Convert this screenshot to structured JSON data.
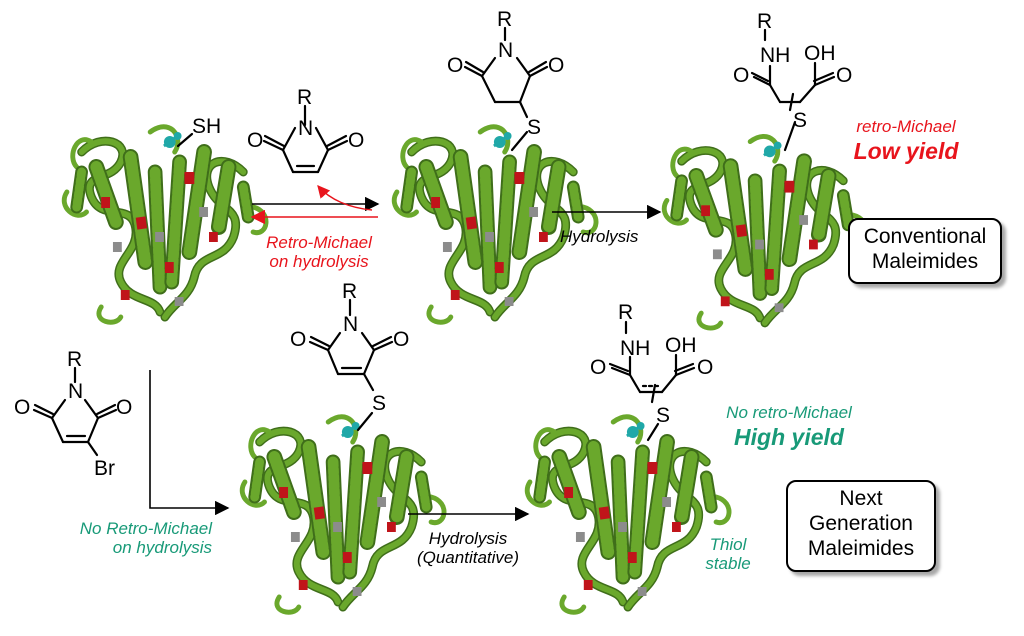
{
  "colors": {
    "black": "#000000",
    "red": "#e8141c",
    "teal": "#189a78",
    "protein": "#6aa82c",
    "protein_dark": "#3f6e1a",
    "helix_red": "#c0141a",
    "helix_grey": "#8c8c8c",
    "cysteine": "#20a8a8"
  },
  "atoms": {
    "n": "N",
    "o": "O",
    "r": "R",
    "s": "S",
    "sh": "SH",
    "br": "Br",
    "nh": "NH",
    "oh": "OH"
  },
  "top_row": {
    "forward_arrow": "",
    "retro_arrow_label": [
      "Retro-Michael",
      "on hydrolysis"
    ],
    "hydrolysis_label": "Hydrolysis",
    "outcome": [
      "retro-Michael",
      "Low yield"
    ],
    "box": [
      "Conventional",
      "Maleimides"
    ]
  },
  "bottom_row": {
    "no_retro_label": [
      "No Retro-Michael",
      "on hydrolysis"
    ],
    "hydrolysis_label": [
      "Hydrolysis",
      "(Quantitative)"
    ],
    "outcome": [
      "No retro-Michael",
      "High yield"
    ],
    "thiol_label": [
      "Thiol",
      "stable"
    ],
    "box": [
      "Next",
      "Generation",
      "Maleimides"
    ]
  }
}
